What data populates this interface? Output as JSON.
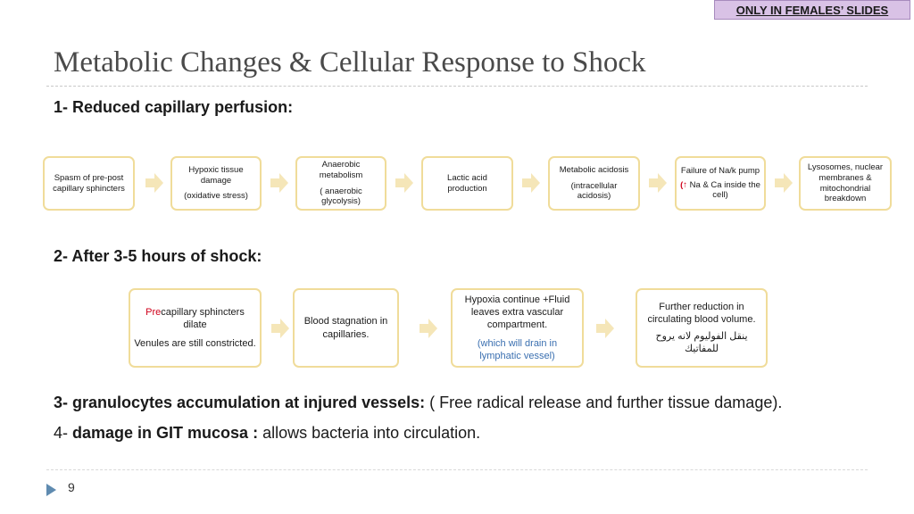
{
  "badge": "ONLY IN FEMALES’ SLIDES",
  "title": "Metabolic Changes & Cellular Response to Shock",
  "section1": {
    "heading": "1- Reduced capillary perfusion:",
    "steps": [
      {
        "lines": [
          "Spasm of pre-post capillary sphincters"
        ]
      },
      {
        "lines": [
          "Hypoxic tissue damage",
          "(oxidative stress)"
        ]
      },
      {
        "lines": [
          "Anaerobic metabolism",
          "( anaerobic glycolysis)"
        ]
      },
      {
        "lines": [
          "Lactic acid production"
        ]
      },
      {
        "lines": [
          "Metabolic acidosis",
          "(intracellular acidosis)"
        ]
      },
      {
        "line1": "Failure of Na/k pump",
        "glyph": "(↑",
        "line2": "Na & Ca inside the cell)"
      },
      {
        "lines": [
          "Lysosomes, nuclear membranes & mitochondrial breakdown"
        ]
      }
    ]
  },
  "section2": {
    "heading": "2- After 3-5 hours of shock:",
    "box1": {
      "red_prefix": "Pre",
      "rest": "capillary sphincters dilate",
      "line2": "Venules are still constricted."
    },
    "box2": {
      "text": "Blood stagnation in capillaries."
    },
    "box3": {
      "text": "Hypoxia continue +Fluid leaves extra vascular compartment.",
      "note": "(which will drain in lymphatic vessel)"
    },
    "box4": {
      "text": "Further reduction in circulating blood volume.",
      "arabic": "ينقل الفوليوم لانه يروح للمفاتيك"
    }
  },
  "point3": {
    "bold": "3- granulocytes accumulation at injured vessels:",
    "rest": " ( Free radical release and further tissue damage)."
  },
  "point4": {
    "prefix": "4- ",
    "bold": "damage in GIT mucosa :",
    "rest": " allows bacteria into circulation."
  },
  "page_number": "9",
  "colors": {
    "box_border": "#f0dc9a",
    "arrow": "#f5e6b8",
    "accent_red": "#d0021b",
    "note_blue": "#3a6fb0",
    "badge_bg": "#d9c2e6"
  }
}
